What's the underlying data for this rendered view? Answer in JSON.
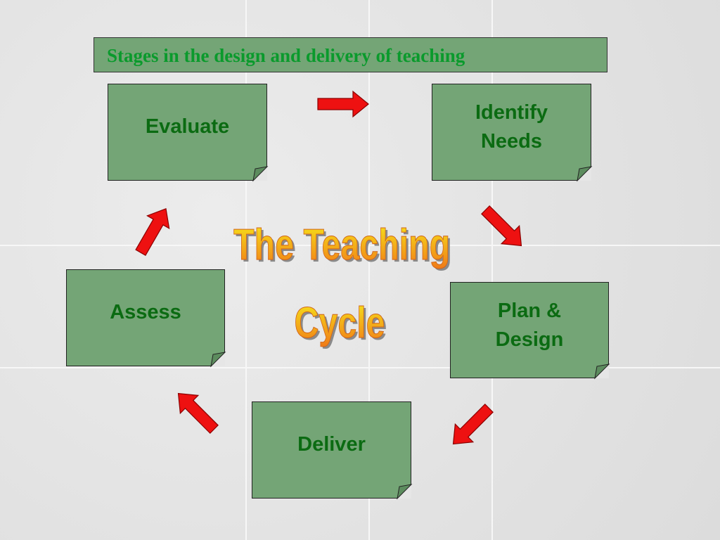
{
  "header": {
    "title": "Stages in the design and delivery of teaching"
  },
  "center": {
    "line1": "The Teaching",
    "line2": "Cycle"
  },
  "stages": {
    "evaluate": "Evaluate",
    "identify_line1": "Identify",
    "identify_line2": "Needs",
    "plan_line1": "Plan &",
    "plan_line2": "Design",
    "deliver": "Deliver",
    "assess": "Assess"
  },
  "colors": {
    "box_fill": "#74a576",
    "box_text": "#0b6b12",
    "title_text": "#0a9a2c",
    "arrow": "#ee1111",
    "wordart_top": "#f6e81a",
    "wordart_bottom": "#f07a18"
  },
  "arrows": [
    {
      "from": "Evaluate",
      "to": "Identify Needs"
    },
    {
      "from": "Identify Needs",
      "to": "Plan & Design"
    },
    {
      "from": "Plan & Design",
      "to": "Deliver"
    },
    {
      "from": "Deliver",
      "to": "Assess"
    },
    {
      "from": "Assess",
      "to": "Evaluate"
    }
  ]
}
